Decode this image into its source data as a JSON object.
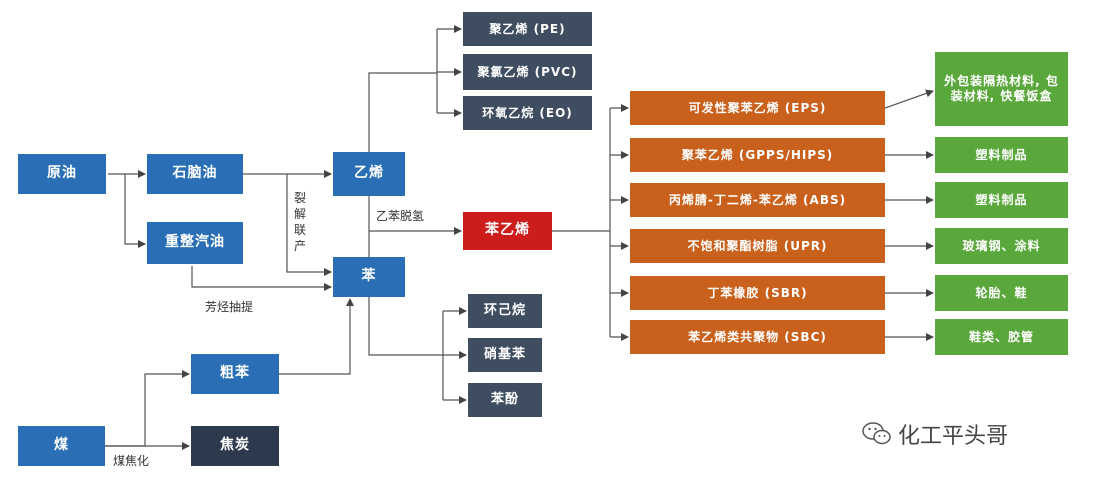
{
  "nodes": {
    "crude_oil": "原油",
    "naphtha": "石脑油",
    "reformate": "重整汽油",
    "ethylene": "乙烯",
    "benzene": "苯",
    "crude_benzene": "粗苯",
    "coal": "煤",
    "coke": "焦炭",
    "styrene": "苯乙烯",
    "pe": "聚乙烯 (PE)",
    "pvc": "聚氯乙烯 (PVC)",
    "eo": "环氧乙烷 (EO)",
    "cyclohexane": "环己烷",
    "nitrobenzene": "硝基苯",
    "phenol": "苯酚",
    "eps": "可发性聚苯乙烯 (EPS)",
    "gpps": "聚苯乙烯 (GPPS/HIPS)",
    "abs": "丙烯腈-丁二烯-苯乙烯 (ABS)",
    "upr": "不饱和聚酯树脂 (UPR)",
    "sbr": "丁苯橡胶 (SBR)",
    "sbc": "苯乙烯类共聚物 (SBC)",
    "app_eps": "外包装隔热材料, 包装材料, 快餐饭盒",
    "app_gpps": "塑料制品",
    "app_abs": "塑料制品",
    "app_upr": "玻璃钢、涂料",
    "app_sbr": "轮胎、鞋",
    "app_sbc": "鞋类、胶管"
  },
  "edge_labels": {
    "cracking": "裂解联产",
    "aromatics_extraction": "芳烃抽提",
    "coking": "煤焦化",
    "dehydrogenation": "乙苯脱氢"
  },
  "watermark": "化工平头哥",
  "colors": {
    "blue": "#2a6fb5",
    "navy": "#3f4d60",
    "red": "#cc1c1c",
    "orange": "#c9601b",
    "green": "#5aa83c",
    "dark": "#2d3a4d"
  }
}
